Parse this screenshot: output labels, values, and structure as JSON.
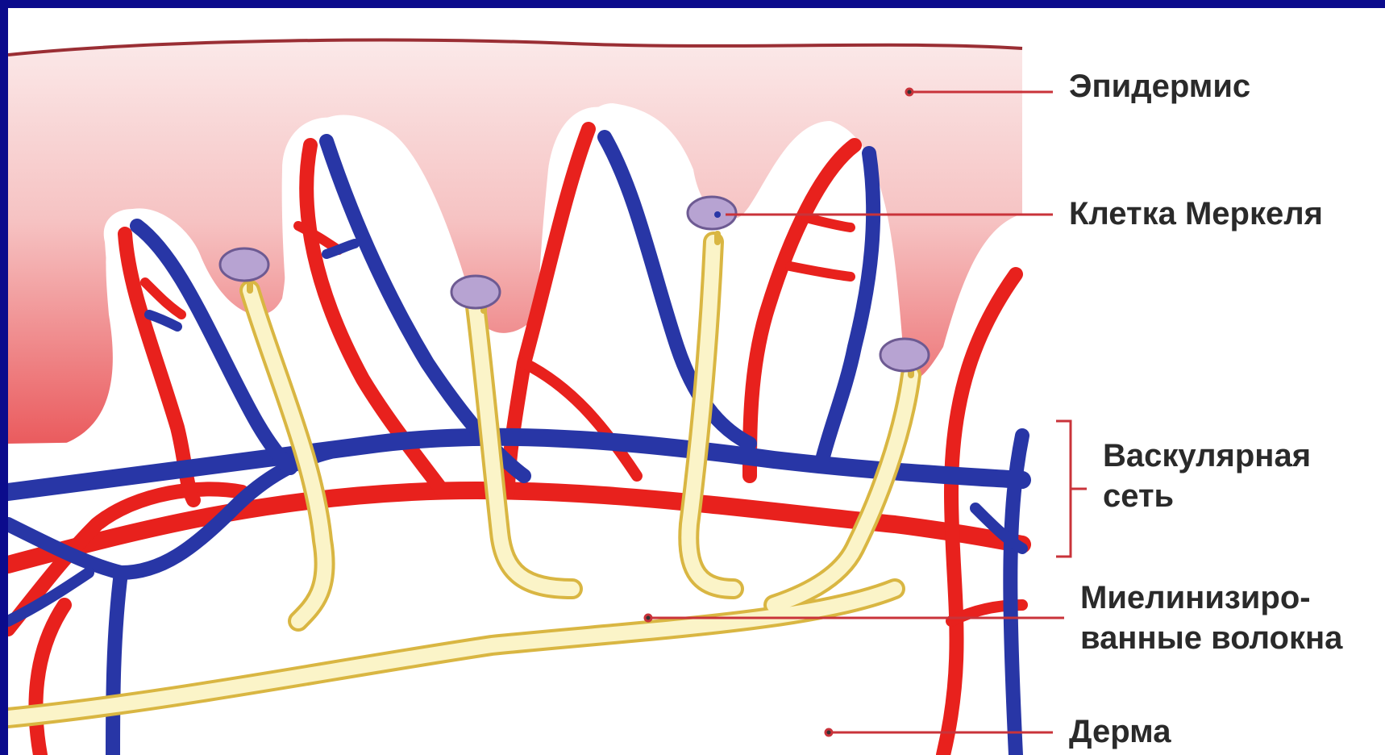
{
  "labels": {
    "epidermis": "Эпидермис",
    "merkel_cell": "Клетка Меркеля",
    "vascular_line1": "Васкулярная",
    "vascular_line2": "сеть",
    "myelin_line1": "Миелинизиро-",
    "myelin_line2": "ванные волокна",
    "dermis": "Дерма"
  },
  "colors": {
    "frame_border": "#0b0b8c",
    "epidermis_pink": "#f3b0b0",
    "artery_red": "#e8211d",
    "vein_blue": "#2836a6",
    "nerve_fill": "#fbf4c8",
    "nerve_outline": "#d9b642",
    "merkel_cell": "#b7a3d2",
    "leader_line": "#c9333a"
  }
}
